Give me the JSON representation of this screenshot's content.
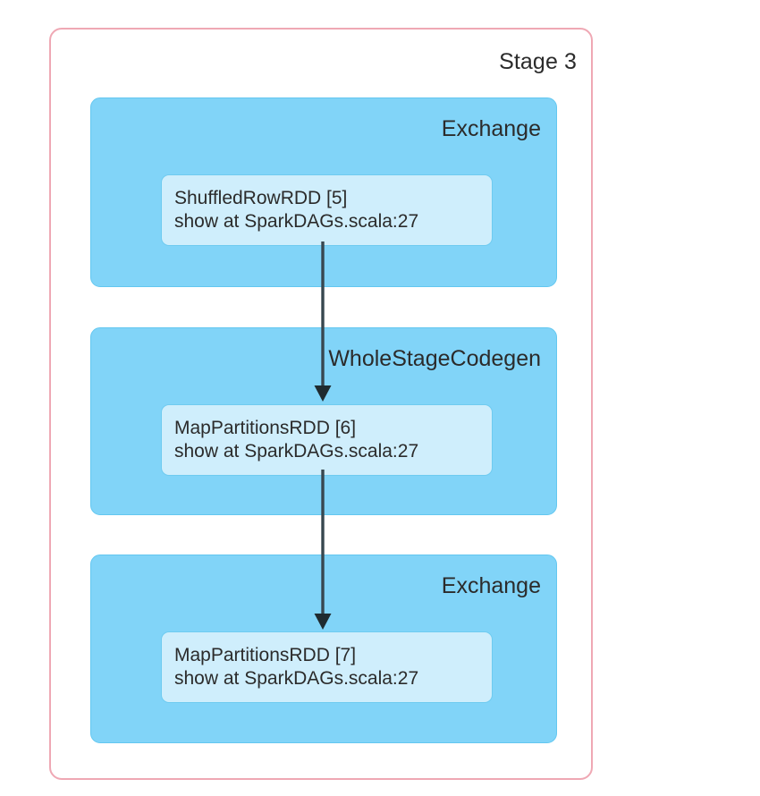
{
  "diagram": {
    "type": "spark-dag",
    "title": "Stage 3",
    "stage": {
      "label": "Stage 3",
      "border_color": "#efa8b4",
      "background_color": "#ffffff"
    },
    "operators": [
      {
        "label": "Exchange",
        "fill_color": "#81d4f8",
        "border_color": "#63c7f0",
        "node": {
          "name": "ShuffledRowRDD [5]",
          "callsite": "show at SparkDAGs.scala:27",
          "fill_color": "#cfeefc",
          "border_color": "#6fcbf0"
        }
      },
      {
        "label": "WholeStageCodegen",
        "fill_color": "#81d4f8",
        "border_color": "#63c7f0",
        "node": {
          "name": "MapPartitionsRDD [6]",
          "callsite": "show at SparkDAGs.scala:27",
          "fill_color": "#cfeefc",
          "border_color": "#6fcbf0"
        }
      },
      {
        "label": "Exchange",
        "fill_color": "#81d4f8",
        "border_color": "#63c7f0",
        "node": {
          "name": "MapPartitionsRDD [7]",
          "callsite": "show at SparkDAGs.scala:27",
          "fill_color": "#cfeefc",
          "border_color": "#6fcbf0"
        }
      }
    ],
    "edges": [
      {
        "from": "ShuffledRowRDD [5]",
        "to": "MapPartitionsRDD [6]",
        "color": "#37474f"
      },
      {
        "from": "MapPartitionsRDD [6]",
        "to": "MapPartitionsRDD [7]",
        "color": "#37474f"
      }
    ],
    "text_color": "#2b2b2b"
  }
}
